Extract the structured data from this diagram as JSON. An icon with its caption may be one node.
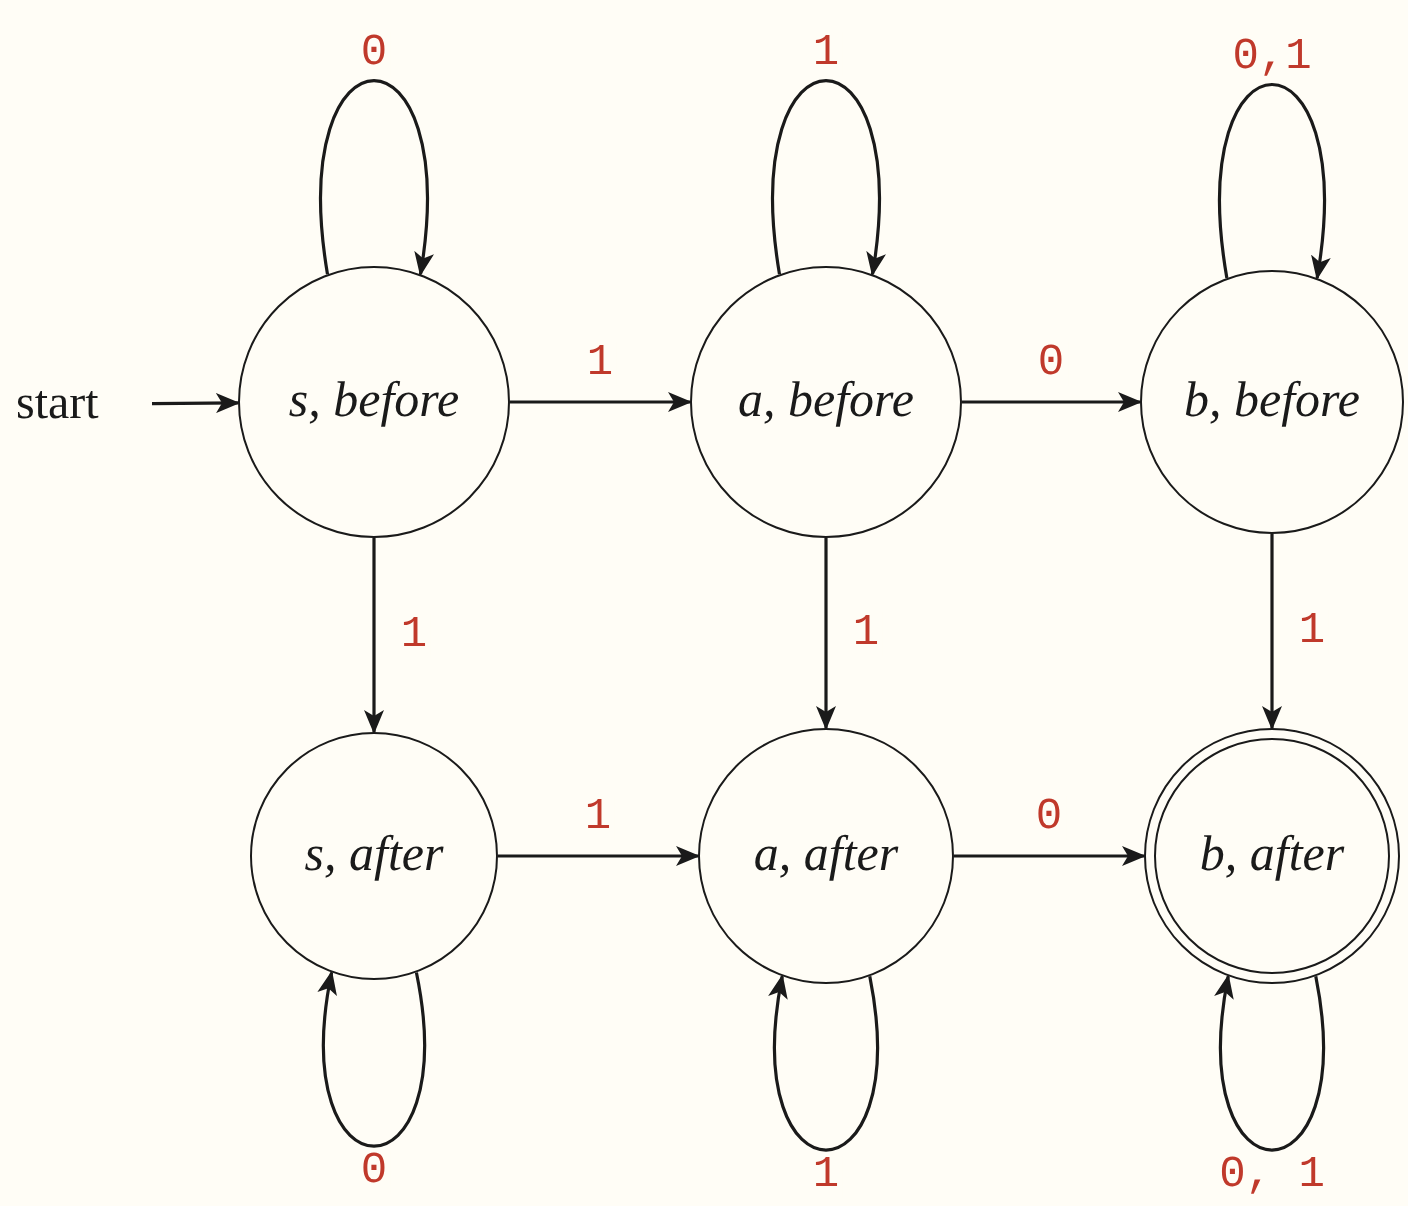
{
  "diagram": {
    "nodes": [
      {
        "text": [
          "start"
        ]
      },
      {
        "text": [
          "s, before"
        ]
      },
      {
        "text": [
          "a, before"
        ]
      },
      {
        "text": [
          "b, before"
        ]
      },
      {
        "text": [
          "s, after"
        ]
      },
      {
        "text": [
          "a, after"
        ]
      },
      {
        "text": [
          "b, after"
        ]
      }
    ],
    "edges": [
      {
        "from": 0,
        "to": 1,
        "arrow": "to"
      },
      {
        "from": 1,
        "to": 1,
        "arrow": "to",
        "label": "0"
      },
      {
        "from": 1,
        "to": 2,
        "arrow": "to",
        "label": "1"
      },
      {
        "from": 2,
        "to": 2,
        "arrow": "to",
        "label": "1"
      },
      {
        "from": 2,
        "to": 3,
        "arrow": "to",
        "label": "0"
      },
      {
        "from": 3,
        "to": 3,
        "arrow": "to",
        "label": "0,1"
      },
      {
        "from": 1,
        "to": 4,
        "arrow": "to",
        "label": "1"
      },
      {
        "from": 2,
        "to": 5,
        "arrow": "to",
        "label": "1"
      },
      {
        "from": 3,
        "to": 6,
        "arrow": "to",
        "label": "1"
      },
      {
        "from": 4,
        "to": 5,
        "arrow": "to",
        "label": "1"
      },
      {
        "from": 5,
        "to": 6,
        "arrow": "to",
        "label": "0"
      },
      {
        "from": 4,
        "to": 4,
        "arrow": "to",
        "label": "0"
      },
      {
        "from": 5,
        "to": 5,
        "arrow": "to",
        "label": "1"
      },
      {
        "from": 6,
        "to": 6,
        "arrow": "to",
        "label": "0, 1"
      }
    ]
  }
}
